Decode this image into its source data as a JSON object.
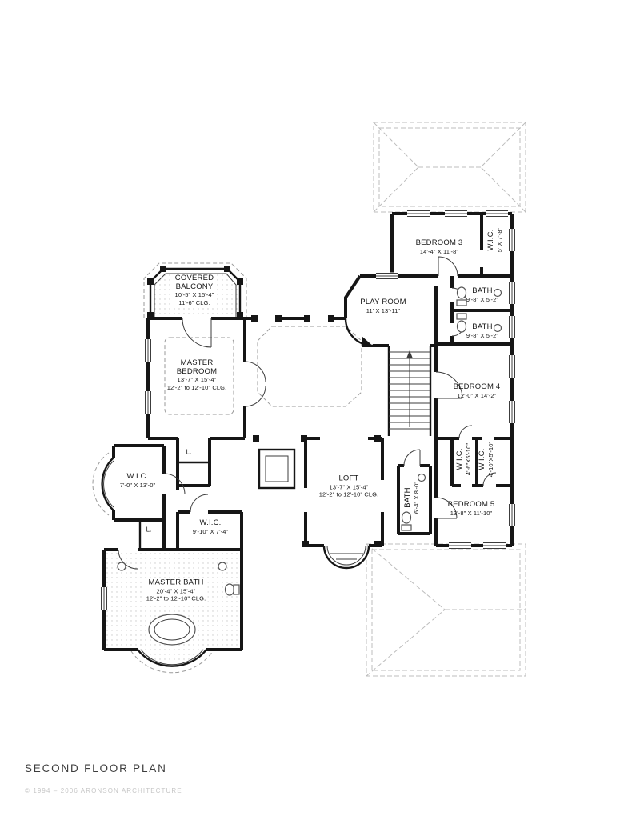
{
  "page": {
    "title": "SECOND FLOOR PLAN",
    "copyright": "© 1994 – 2006 ARONSON ARCHITECTURE"
  },
  "rooms": {
    "covered_balcony": {
      "name": "COVERED\nBALCONY",
      "size": "10'-5\" X 15'-4\"",
      "ceiling": "11'-6\" CLG."
    },
    "master_bedroom": {
      "name": "MASTER\nBEDROOM",
      "size": "13'-7\" X 15'-4\"",
      "ceiling": "12'-2\" to 12'-10\" CLG."
    },
    "play_room": {
      "name": "PLAY ROOM",
      "size": "11' X 13'-11\""
    },
    "bedroom_3": {
      "name": "BEDROOM 3",
      "size": "14'-4\" X 11'-8\""
    },
    "wic_bedroom_3": {
      "name": "W.I.C.",
      "size": "5' X 7'-8\""
    },
    "bath_upper": {
      "name": "BATH",
      "size": "9'-8\" X 5'-2\""
    },
    "bath_lower": {
      "name": "BATH",
      "size": "9'-8\" X 5'-2\""
    },
    "bedroom_4": {
      "name": "BEDROOM 4",
      "size": "12'-0\" X 14'-2\""
    },
    "wic_bedroom_4": {
      "name": "W.I.C.",
      "size": "4'-6\"X5'-10\""
    },
    "wic_bedroom_5": {
      "name": "W.I.C.",
      "size": "4'-10\"X5'-10\""
    },
    "loft": {
      "name": "LOFT",
      "size": "13'-7\" X 15'-4\"",
      "ceiling": "12'-2\" to 12'-10\" CLG."
    },
    "bath_hall": {
      "name": "BATH",
      "size": "6'-4\" X 8'-0\""
    },
    "bedroom_5": {
      "name": "BEDROOM 5",
      "size": "13'-8\" X 11'-10\""
    },
    "wic_master_1": {
      "name": "W.I.C.",
      "size": "7'-0\" X 13'-0\""
    },
    "wic_master_2": {
      "name": "W.I.C.",
      "size": "9'-10\" X 7'-4\""
    },
    "master_bath": {
      "name": "MASTER BATH",
      "size": "20'-4\" X 15'-4\"",
      "ceiling": "12'-2\" to 12'-10\" CLG."
    },
    "linen_1": {
      "name": "L."
    },
    "linen_2": {
      "name": "L."
    }
  }
}
